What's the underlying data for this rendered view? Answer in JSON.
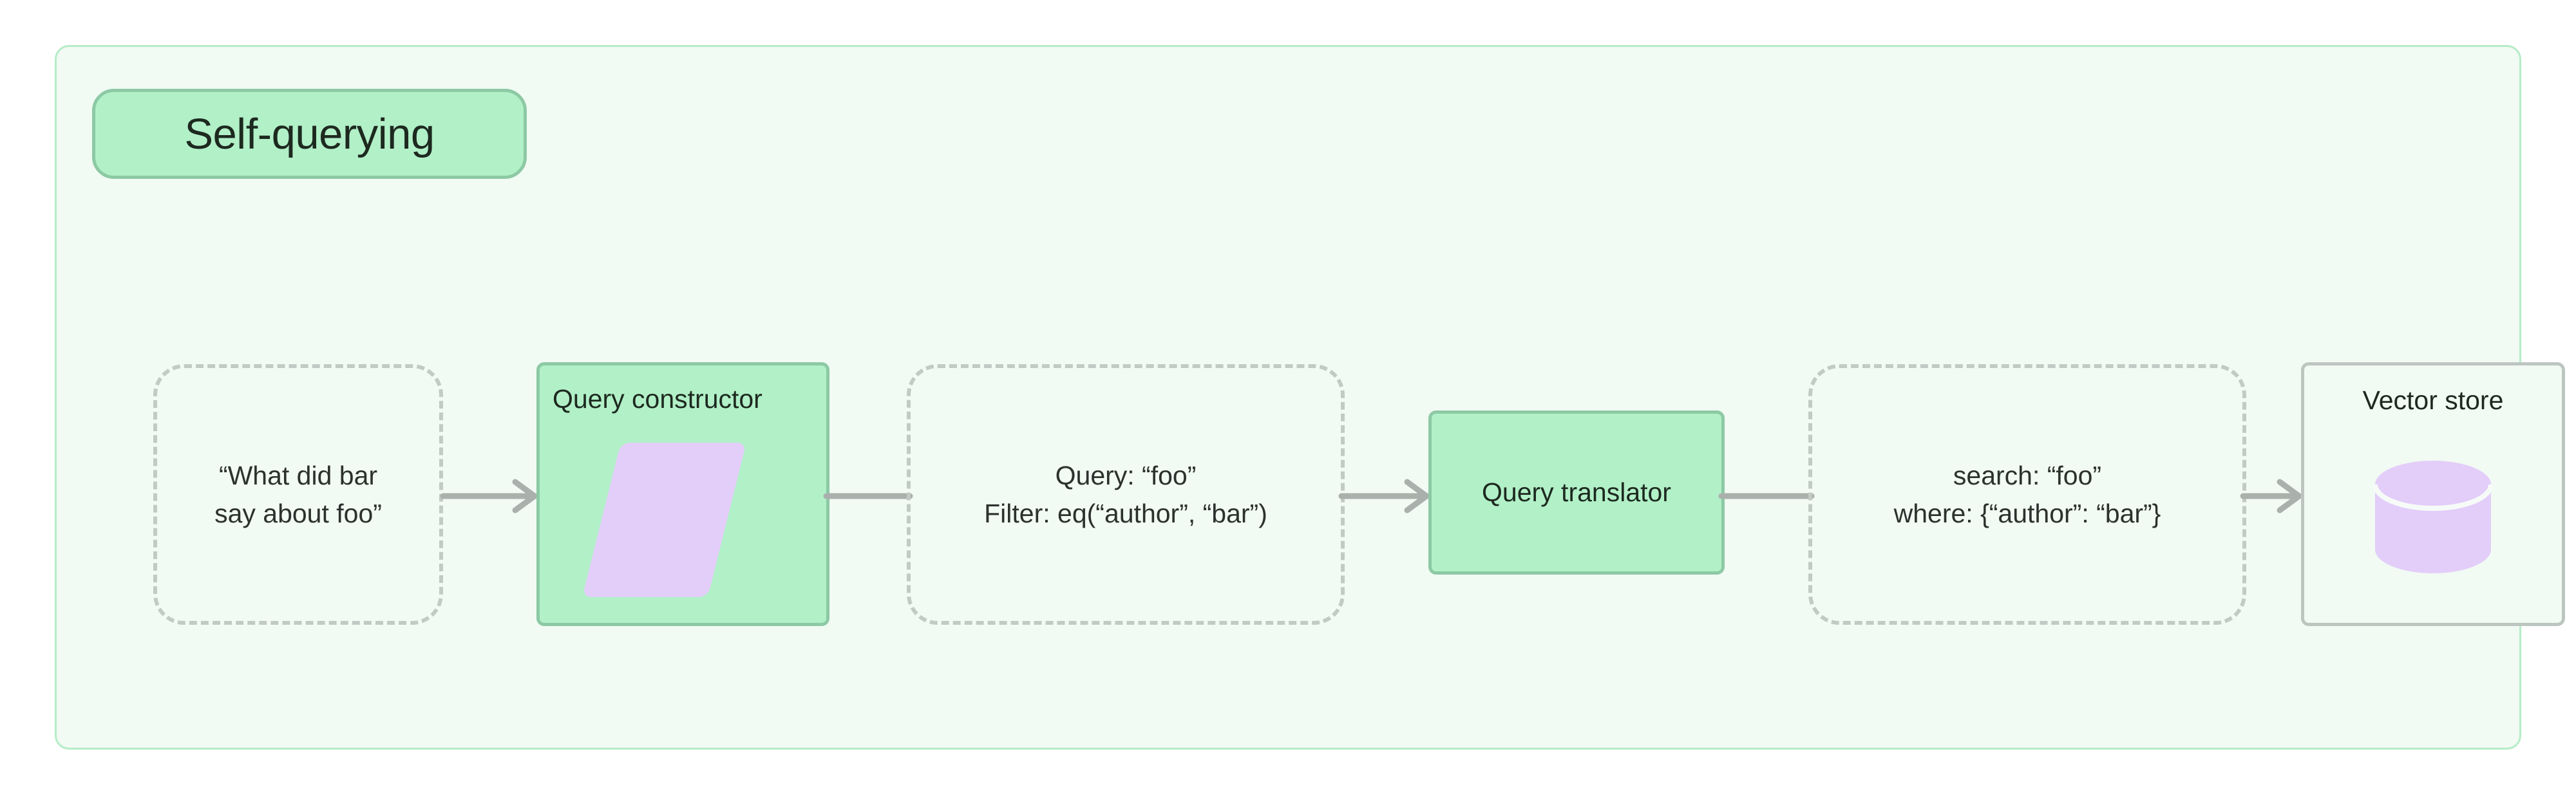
{
  "diagram": {
    "title": "Self-querying",
    "accent_green_fill": "#b2f0c8",
    "accent_green_border": "#8cc9a4",
    "accent_purple": "#e3cdf9",
    "dashed_border_color": "#c2cac5",
    "canvas_background": "#f1faf3",
    "text_color": "#2c312e",
    "arrow_color": "#aab1ad"
  },
  "nodes": {
    "user_question": {
      "kind": "dashed-data",
      "lines": [
        "“What did bar",
        "say about foo”"
      ]
    },
    "query_constructor": {
      "kind": "green-process",
      "label": "Query constructor",
      "icon": "parallelogram-icon"
    },
    "structured_query": {
      "kind": "dashed-data",
      "lines": [
        "Query: “foo”",
        "Filter: eq(“author”, “bar”)"
      ]
    },
    "query_translator": {
      "kind": "green-process",
      "label": "Query translator"
    },
    "translated_query": {
      "kind": "dashed-data",
      "lines": [
        "search: “foo”",
        "where: {“author”: “bar”}"
      ]
    },
    "vector_store": {
      "kind": "store",
      "label": "Vector store",
      "icon": "database-cylinder-icon"
    }
  },
  "arrows": [
    {
      "from": "user_question",
      "to": "query_constructor"
    },
    {
      "from": "query_constructor",
      "to": "structured_query"
    },
    {
      "from": "structured_query",
      "to": "query_translator"
    },
    {
      "from": "query_translator",
      "to": "translated_query"
    },
    {
      "from": "translated_query",
      "to": "vector_store"
    }
  ]
}
